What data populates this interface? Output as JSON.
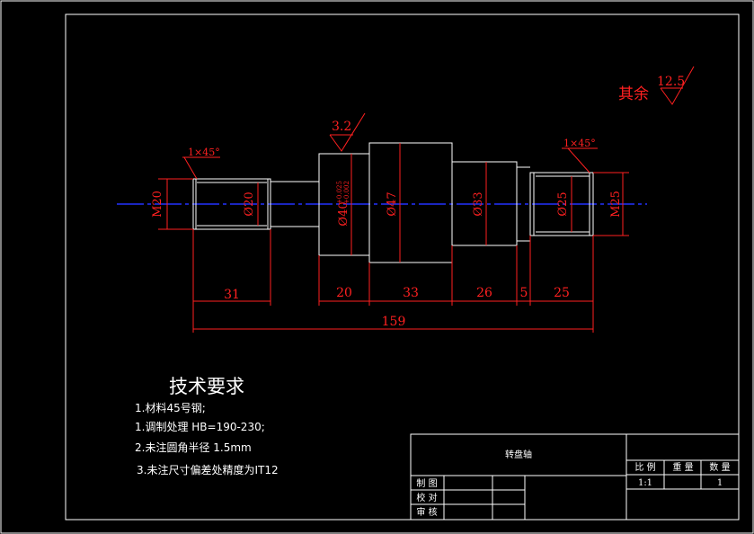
{
  "surface_finish": {
    "rest_label": "其余",
    "rest_value": "12.5",
    "local_value": "3.2"
  },
  "chamfers": {
    "left": "1×45°",
    "right": "1×45°"
  },
  "diameters": {
    "m20": "M20",
    "d20": "Ø20",
    "d40": "Ø40",
    "d40_tol_upper": "+0.025",
    "d40_tol_lower": "+0.002",
    "d47": "Ø47",
    "d33": "Ø33",
    "d25": "Ø25",
    "m25": "M25"
  },
  "lengths": {
    "l31": "31",
    "l20": "20",
    "l33": "33",
    "l26": "26",
    "l5": "5",
    "l25": "25",
    "total": "159"
  },
  "requirements": {
    "title": "技术要求",
    "items": [
      "1.材料45号钢;",
      "1.调制处理 HB=190-230;",
      "2.未注圆角半径 1.5mm",
      "3.未注尺寸偏差处精度为IT12"
    ]
  },
  "title_block": {
    "part_name": "转盘轴",
    "scale_label": "比 例",
    "weight_label": "重 量",
    "qty_label": "数 量",
    "scale_value": "1:1",
    "qty_value": "1",
    "drawn_label": "制 图",
    "checked_label": "校 对",
    "approved_label": "审 核"
  }
}
